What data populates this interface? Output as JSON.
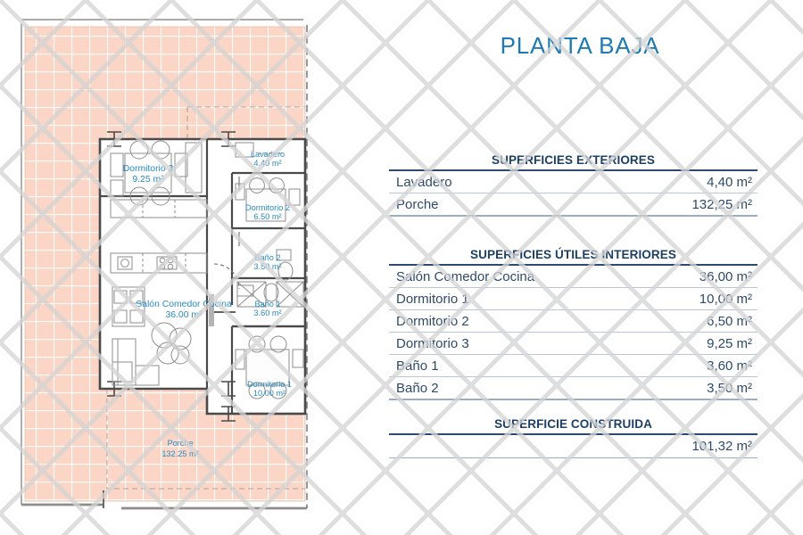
{
  "page": {
    "title": "PLANTA BAJA",
    "title_color": "#1f7ab4"
  },
  "colors": {
    "terrace_fill": "#fbd5c5",
    "terrace_grid": "#ffffff",
    "wall": "#4a4a4a",
    "label_blue": "#2a8cc4",
    "table_heading": "#1d3f66",
    "table_text": "#2d4a6b",
    "table_rule_dark": "#2d4a73",
    "table_rule_light": "#b9c7d8",
    "watermark": "#d2d2d2"
  },
  "tables": {
    "exteriores": {
      "heading": "SUPERFICIES EXTERIORES",
      "rows": [
        {
          "name": "Lavadero",
          "value": "4,40 m²"
        },
        {
          "name": "Porche",
          "value": "132,25 m²"
        }
      ]
    },
    "interiores": {
      "heading": "SUPERFICIES ÚTILES INTERIORES",
      "rows": [
        {
          "name": "Salón Comedor Cocina",
          "value": "36,00 m²"
        },
        {
          "name": "Dormitorio 1",
          "value": "10,00 m²"
        },
        {
          "name": "Dormitorio 2",
          "value": "6,50 m²"
        },
        {
          "name": "Dormitorio 3",
          "value": "9,25 m²"
        },
        {
          "name": "Baño 1",
          "value": "3,60 m²"
        },
        {
          "name": "Baño 2",
          "value": "3,50 m²"
        }
      ]
    },
    "construida": {
      "heading": "SUPERFICIE CONSTRUIDA",
      "value": "101,32 m²"
    }
  },
  "plan": {
    "rooms": [
      {
        "id": "dormitorio3",
        "name": "Dormitorio 3",
        "area": "9.25 m²"
      },
      {
        "id": "lavadero",
        "name": "Lavadero",
        "area": "4.40 m²"
      },
      {
        "id": "dormitorio2",
        "name": "Dormitorio 2",
        "area": "6.50 m²"
      },
      {
        "id": "bano2",
        "name": "Baño 2",
        "area": "3.50 m²"
      },
      {
        "id": "bano1",
        "name": "Baño 1",
        "area": "3.60 m²"
      },
      {
        "id": "salon",
        "name": "Salón Comedor Cocina",
        "area": "36.00 m²"
      },
      {
        "id": "dormitorio1",
        "name": "Dormitorio 1",
        "area": "10.00 m²"
      },
      {
        "id": "porche",
        "name": "Porche",
        "area": "132.25 m²"
      }
    ]
  }
}
